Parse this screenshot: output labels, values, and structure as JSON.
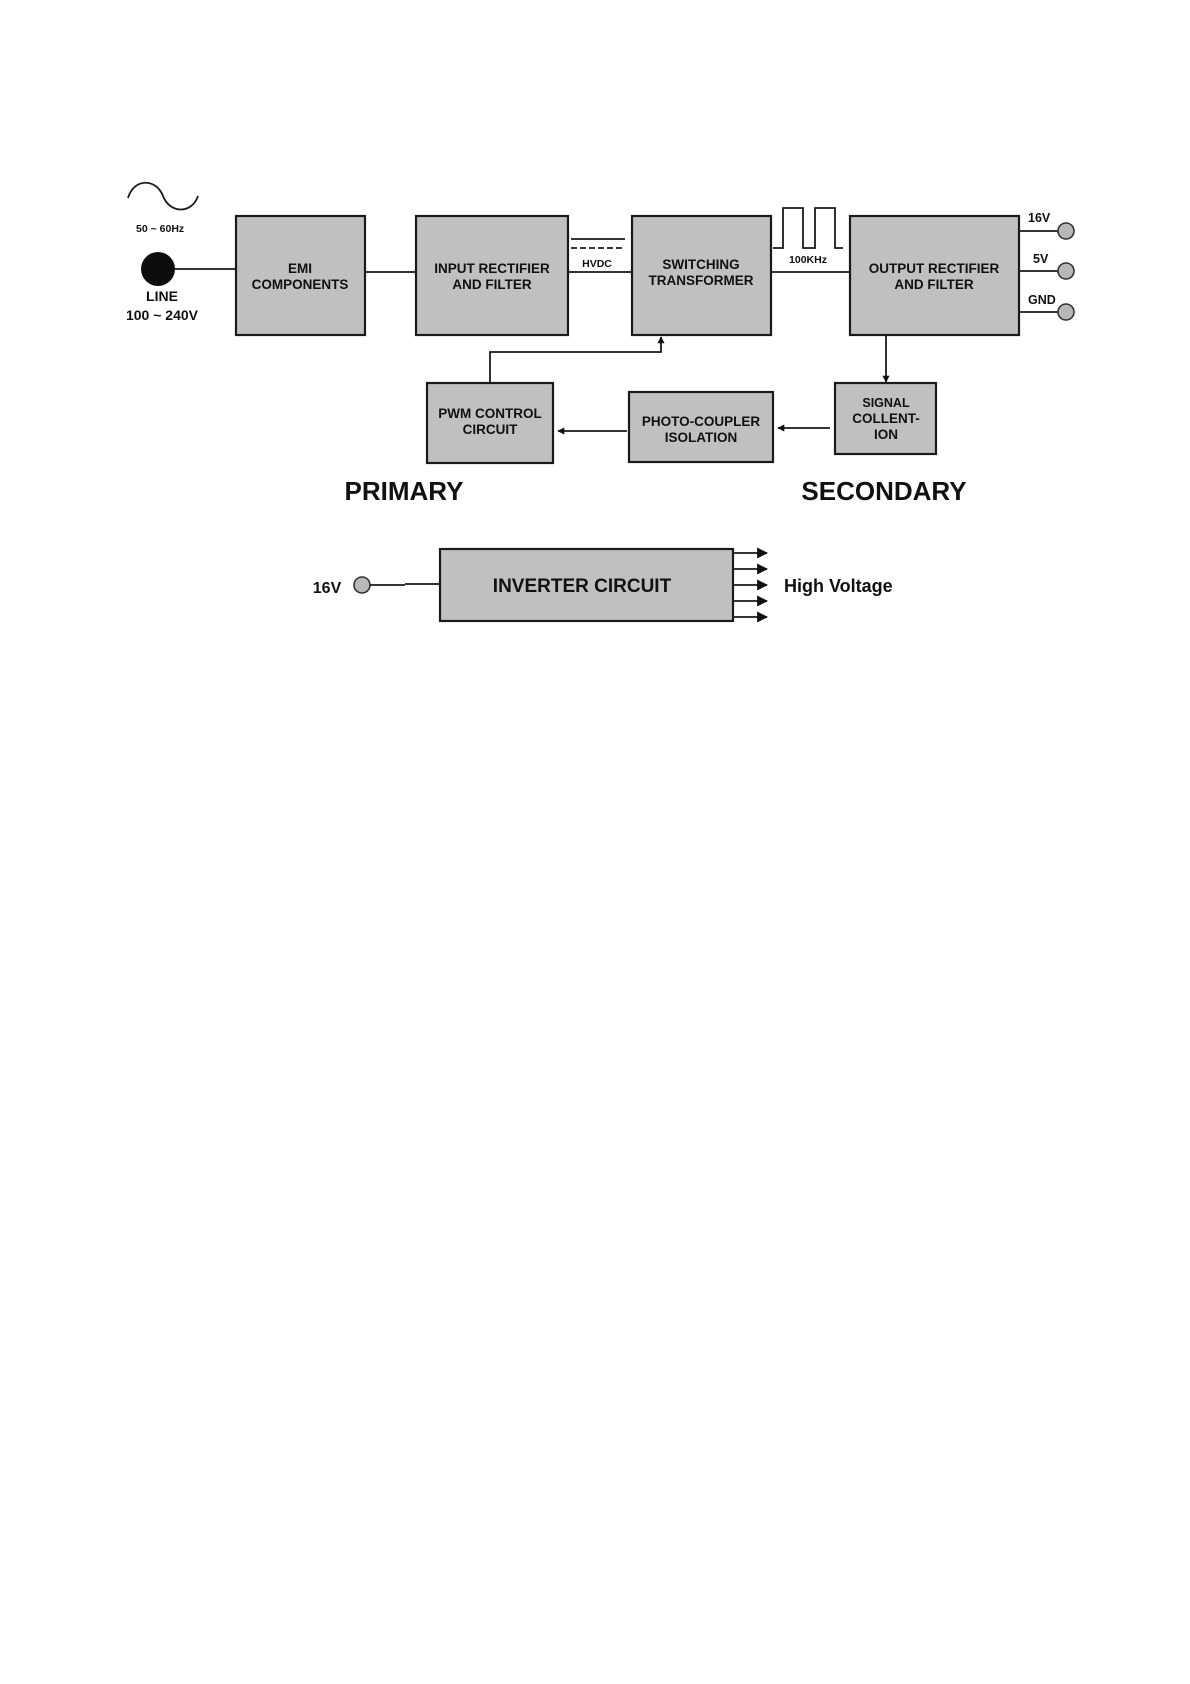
{
  "source": {
    "frequency_label": "50 ~ 60Hz",
    "line_label": "LINE",
    "voltage_label": "100 ~ 240V"
  },
  "blocks": {
    "emi": [
      "EMI",
      "COMPONENTS"
    ],
    "input_rectifier": [
      "INPUT RECTIFIER",
      "AND FILTER"
    ],
    "switching_transformer": [
      "SWITCHING",
      "TRANSFORMER"
    ],
    "output_rectifier": [
      "OUTPUT RECTIFIER",
      "AND FILTER"
    ],
    "signal_collection": [
      "SIGNAL",
      "COLLENT-",
      "ION"
    ],
    "photo_coupler": [
      "PHOTO-COUPLER",
      "ISOLATION"
    ],
    "pwm_control": [
      "PWM CONTROL",
      "CIRCUIT"
    ],
    "inverter": "INVERTER CIRCUIT"
  },
  "signals": {
    "hvdc": "HVDC",
    "switching_frequency": "100KHz"
  },
  "outputs": [
    "16V",
    "5V",
    "GND"
  ],
  "sections": {
    "primary": "PRIMARY",
    "secondary": "SECONDARY"
  },
  "inverter_section": {
    "input_label": "16V",
    "output_label": "High Voltage"
  }
}
